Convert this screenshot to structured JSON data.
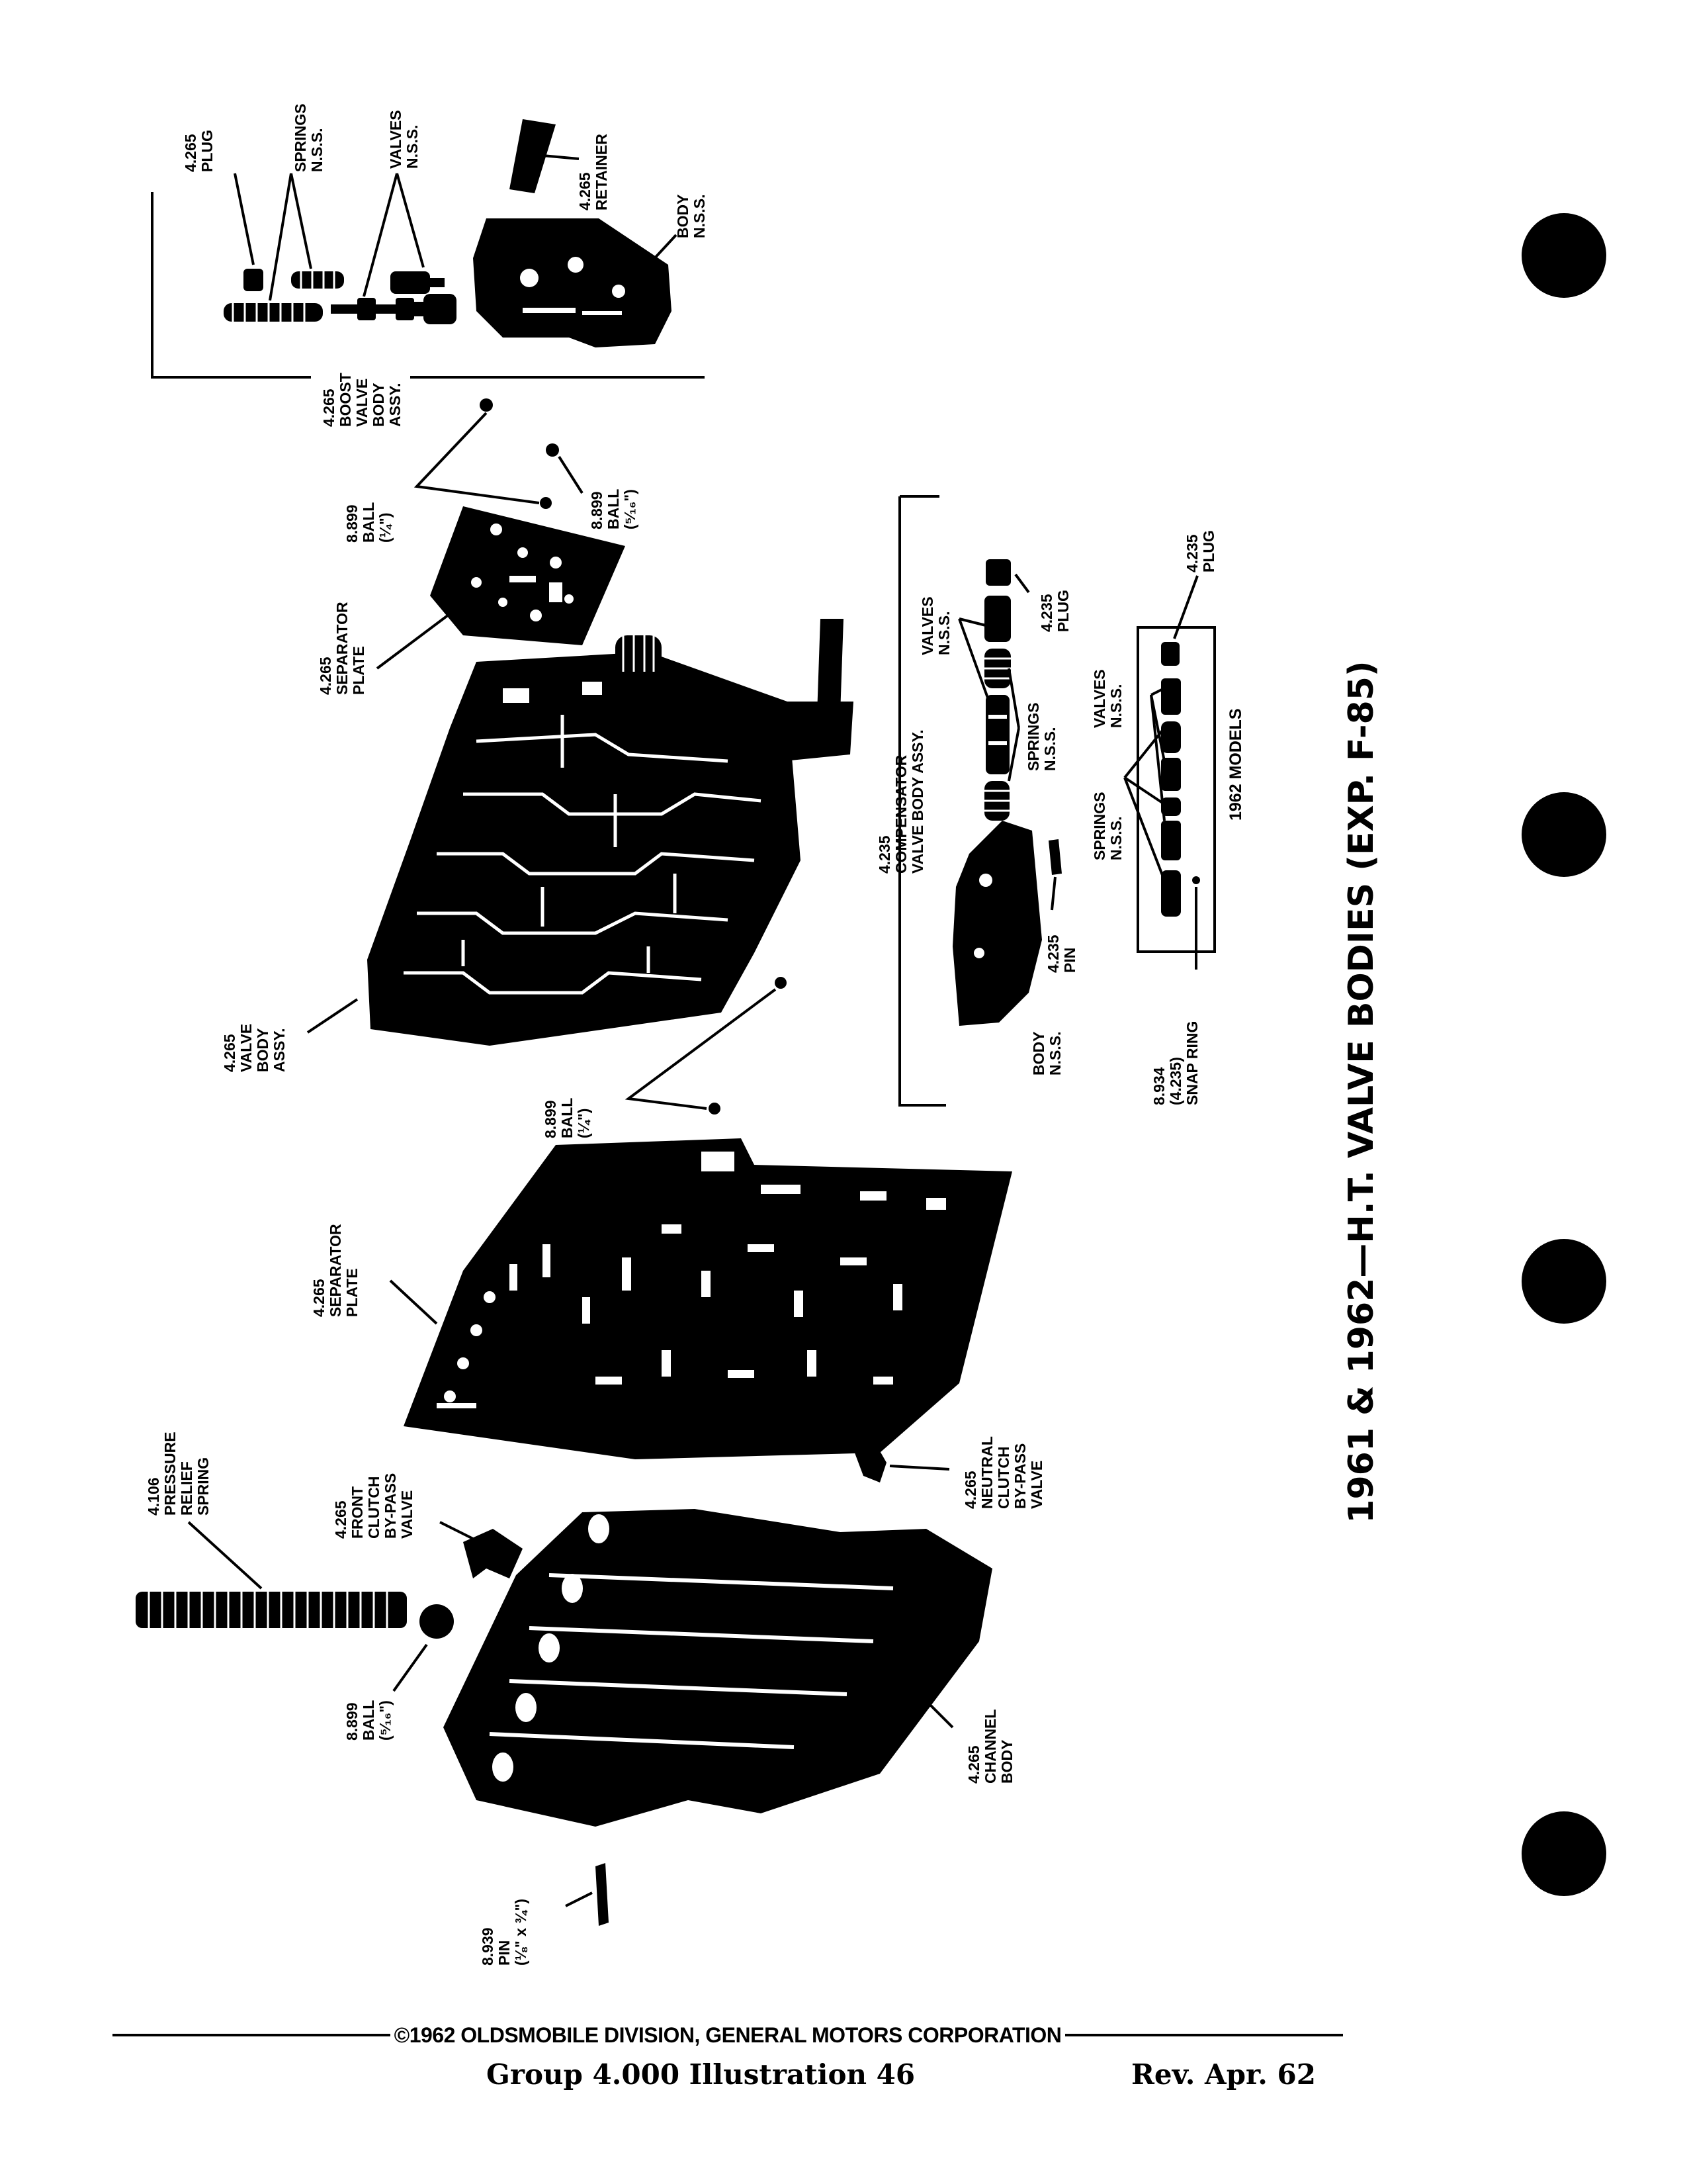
{
  "title": "1961 & 1962—H.T. VALVE BODIES (EXP. F-85)",
  "footer": {
    "copyright": "©1962 OLDSMOBILE DIVISION, GENERAL MOTORS CORPORATION",
    "reference": "Group   4.000   Illustration  46",
    "revision": "Rev. Apr.  62"
  },
  "callouts": {
    "plug_top": [
      "4.265",
      "PLUG"
    ],
    "springs_top": [
      "SPRINGS",
      "N.S.S."
    ],
    "valves_top": [
      "VALVES",
      "N.S.S."
    ],
    "retainer": [
      "4.265",
      "RETAINER"
    ],
    "body_top": [
      "BODY",
      "N.S.S."
    ],
    "boost_valve": [
      "4.265",
      "BOOST",
      "VALVE",
      "BODY",
      "ASSY."
    ],
    "ball_quarter_top": [
      "8.899",
      "BALL",
      "(¼\")"
    ],
    "ball_five_sixteenth_top": [
      "8.899",
      "BALL",
      "(⁵⁄₁₆\")"
    ],
    "separator_plate_upper": [
      "4.265",
      "SEPARATOR",
      "PLATE"
    ],
    "valve_body_assy": [
      "4.265",
      "VALVE",
      "BODY",
      "ASSY."
    ],
    "ball_quarter_mid": [
      "8.899",
      "BALL",
      "(¼\")"
    ],
    "separator_plate_lower": [
      "4.265",
      "SEPARATOR",
      "PLATE"
    ],
    "pressure_relief_spring": [
      "4.106",
      "PRESSURE",
      "RELIEF",
      "SPRING"
    ],
    "front_clutch_bypass": [
      "4.265",
      "FRONT",
      "CLUTCH",
      "BY-PASS",
      "VALVE"
    ],
    "neutral_clutch_bypass": [
      "4.265",
      "NEUTRAL",
      "CLUTCH",
      "BY-PASS",
      "VALVE"
    ],
    "ball_five_sixteenth_low": [
      "8.899",
      "BALL",
      "(⁵⁄₁₆\")"
    ],
    "channel_body": [
      "4.265",
      "CHANNEL",
      "BODY"
    ],
    "pin_bottom": [
      "8.939",
      "PIN",
      "(⅛\" x ¾\")"
    ],
    "compensator_assy": [
      "4.235",
      "COMPENSATOR",
      "VALVE BODY ASSY."
    ],
    "valves_comp": [
      "VALVES",
      "N.S.S."
    ],
    "plug_comp": [
      "4.235",
      "PLUG"
    ],
    "springs_comp": [
      "SPRINGS",
      "N.S.S."
    ],
    "pin_comp": [
      "4.235",
      "PIN"
    ],
    "body_comp": [
      "BODY",
      "N.S.S."
    ],
    "plug_1962": [
      "4.235",
      "PLUG"
    ],
    "valves_1962": [
      "VALVES",
      "N.S.S."
    ],
    "springs_1962": [
      "SPRINGS",
      "N.S.S."
    ],
    "models_1962": [
      "1962 MODELS"
    ],
    "snap_ring": [
      "8.934",
      "(4.235)",
      "SNAP RING"
    ]
  }
}
